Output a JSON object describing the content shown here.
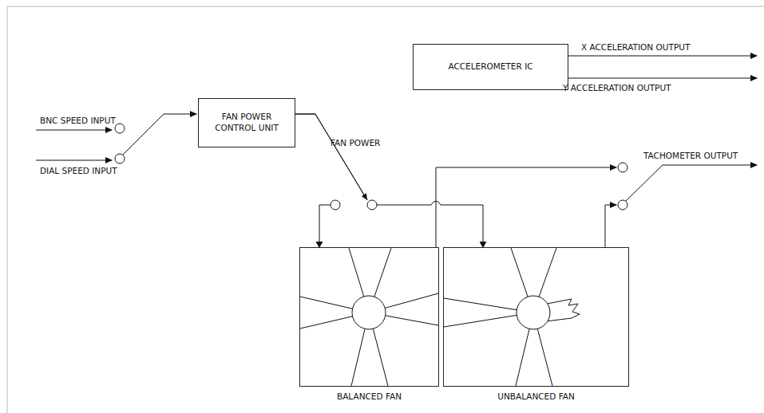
{
  "diagram": {
    "nodes": [
      {
        "text": [
          "ACCELEROMETER IC"
        ]
      },
      {
        "text": [
          "FAN POWER CONTROL UNIT"
        ]
      },
      {
        "text": [
          "BALANCED FAN"
        ]
      },
      {
        "text": [
          "UNBALANCED FAN"
        ]
      }
    ],
    "edges": [
      {
        "from": 1,
        "to": 2,
        "arrow": "to"
      },
      {
        "from": 1,
        "to": 3,
        "arrow": "to"
      }
    ],
    "labels": [
      "X ACCELERATION OUTPUT",
      "Y ACCELERATION OUTPUT",
      "BNC SPEED INPUT",
      "DIAL SPEED INPUT",
      "FAN POWER",
      "TACHOMETER OUTPUT"
    ]
  }
}
